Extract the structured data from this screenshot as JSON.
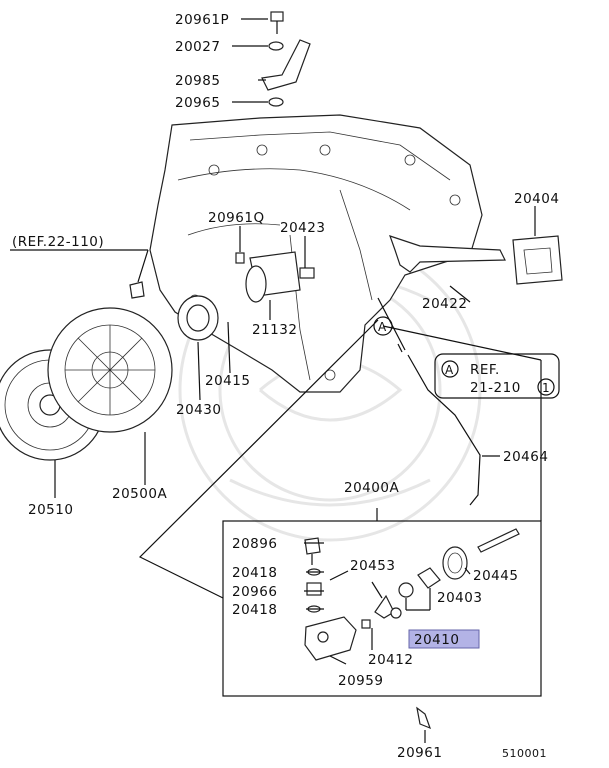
{
  "diagram": {
    "parts": {
      "p20961P": "20961P",
      "p20027": "20027",
      "p20985": "20985",
      "p20965": "20965",
      "p20961Q": "20961Q",
      "p20423": "20423",
      "p20404": "20404",
      "p20422": "20422",
      "ref22": "(REF.22-110)",
      "p21132": "21132",
      "p20415": "20415",
      "p20430": "20430",
      "p20510": "20510",
      "p20500A": "20500A",
      "p20464": "20464",
      "p20400A": "20400A",
      "p20896": "20896",
      "p20418a": "20418",
      "p20966": "20966",
      "p20418b": "20418",
      "p20453": "20453",
      "p20445": "20445",
      "p20403": "20403",
      "p20410": "20410",
      "p20412": "20412",
      "p20959": "20959",
      "p20961": "20961",
      "code": "510001"
    },
    "callout_a": "A",
    "ref_box": {
      "marker": "A",
      "line1": "REF.",
      "line2": "21-210",
      "circled": "1"
    },
    "highlight_color": "#b3b3e6"
  }
}
